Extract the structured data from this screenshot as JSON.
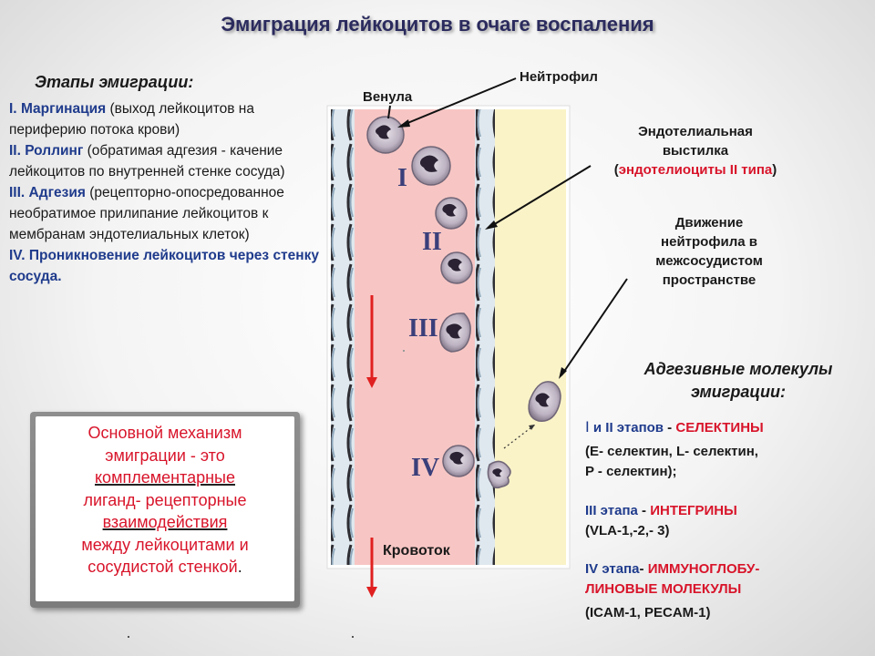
{
  "title": "Эмиграция лейкоцитов в очаге воспаления",
  "stages": {
    "heading": "Этапы эмиграции:",
    "items": [
      {
        "num": "I.",
        "name": "Маргинация",
        "desc": "(выход лейкоцитов на периферию  потока крови)"
      },
      {
        "num": "II.",
        "name": "Роллинг",
        "desc": "(обратимая адгезия - качение лейкоцитов по внутренней стенке сосуда)"
      },
      {
        "num": "III.",
        "name": "Адгезия",
        "desc": "(рецепторно-опосредованное необратимое прилипание лейкоцитов к мембранам эндотелиальных клеток)"
      },
      {
        "num": "IV.",
        "name": "Проникновение  лейкоцитов через стенку сосуда."
      }
    ]
  },
  "mechanism": {
    "l1": "Основной механизм",
    "l2": "эмиграции - это",
    "l3": "комплементарные",
    "l4": "лиганд- рецепторные",
    "l5": "взаимодействия",
    "l6": "между лейкоцитами и",
    "l7": "сосудистой стенкой",
    "l7_end": "."
  },
  "diagram": {
    "venule": "Венула",
    "neutrophil": "Нейтрофил",
    "endothelium_l1": "Эндотелиальная",
    "endothelium_l2": "выстилка",
    "endothelium_open": "(",
    "endothelium_type": "эндотелиоциты II типа",
    "endothelium_close": ")",
    "movement_l1": "Движение",
    "movement_l2": "нейтрофила в",
    "movement_l3": "межсосудистом",
    "movement_l4": "пространстве",
    "blood_flow": "Кровоток",
    "stage_labels": [
      "I",
      "II",
      "III",
      "IV"
    ]
  },
  "adhesion": {
    "heading_l1": "Адгезивные молекулы",
    "heading_l2": "эмиграции:",
    "s12_stage_a": "I",
    "s12_stage_b": " и II этапов",
    "s12_dash": " - ",
    "s12_name": "СЕЛЕКТИНЫ",
    "s12_detail_l1": "(E- селектин, L- селектин,",
    "s12_detail_l2": "P - селектин);",
    "s3_stage": "III этапа",
    "s3_dash": " - ",
    "s3_name": "ИНТЕГРИНЫ",
    "s3_detail": "(VLA-1,-2,- 3)",
    "s4_stage": "IV этапа",
    "s4_dash": "- ",
    "s4_name_l1": "ИММУНОГЛОБУ-",
    "s4_name_l2": "ЛИНОВЫЕ МОЛЕКУЛЫ",
    "s4_detail": "(ICAM-1, PECAM-1)"
  },
  "colors": {
    "accent_blue": "#1f3b8c",
    "accent_red": "#d8142a",
    "vessel_lumen": "#f7c6c4",
    "interstitial": "#faf3c8",
    "flow_arrow": "#e02020"
  }
}
